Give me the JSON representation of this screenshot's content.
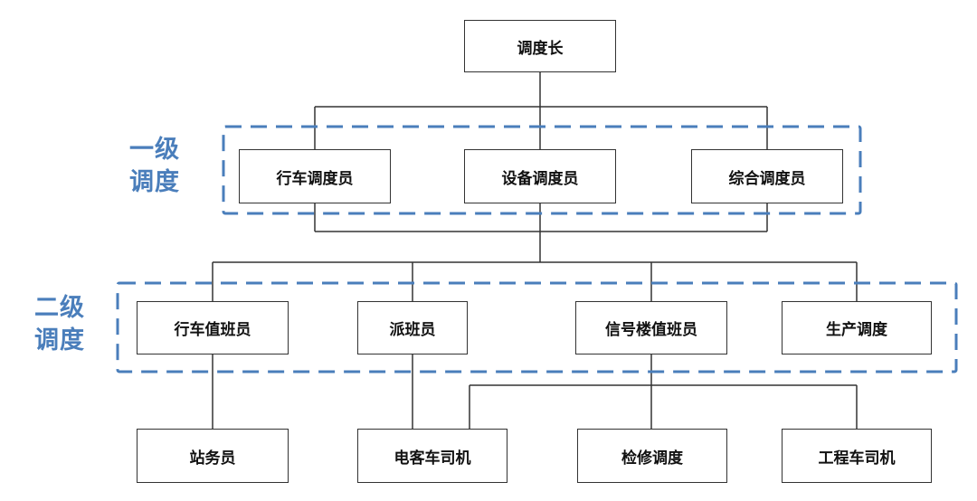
{
  "accent_color": "#4a7ebb",
  "boxes": {
    "chief": "调度长",
    "level1": [
      "行车调度员",
      "设备调度员",
      "综合调度员"
    ],
    "level2": [
      "行车值班员",
      "派班员",
      "信号楼值班员",
      "生产调度"
    ],
    "level3": [
      "站务员",
      "电客车司机",
      "检修调度",
      "工程车司机"
    ]
  },
  "group_labels": {
    "level1": [
      "一级",
      "调度"
    ],
    "level2": [
      "二级",
      "调度"
    ]
  }
}
